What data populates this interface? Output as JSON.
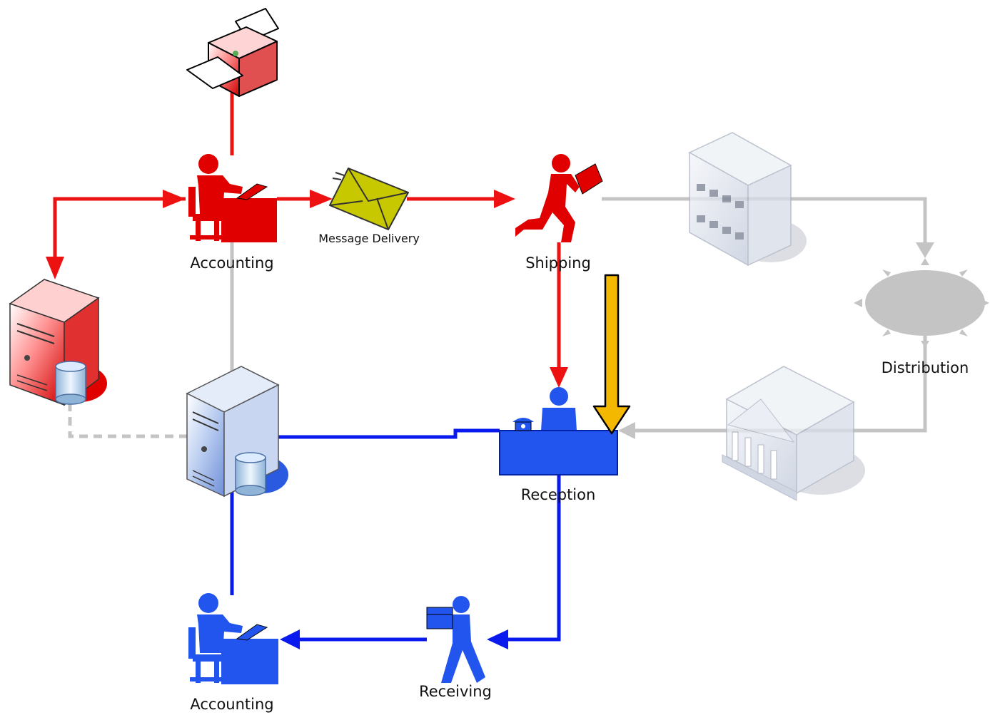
{
  "diagram": {
    "labels": {
      "accounting_top": "Accounting",
      "message_delivery": "Message Delivery",
      "shipping": "Shipping",
      "distribution": "Distribution",
      "reception": "Reception",
      "accounting_bottom": "Accounting",
      "receiving": "Receiving"
    },
    "nodes": [
      {
        "id": "printer",
        "icon": "printer-icon",
        "color": "#e00000"
      },
      {
        "id": "accounting-top",
        "icon": "person-at-desk-icon",
        "color": "#e00000"
      },
      {
        "id": "message-delivery",
        "icon": "envelope-icon",
        "color": "#c8c800"
      },
      {
        "id": "shipping",
        "icon": "running-person-with-box-icon",
        "color": "#e00000"
      },
      {
        "id": "red-server",
        "icon": "server-with-database-icon",
        "color": "#e00000"
      },
      {
        "id": "blue-server",
        "icon": "server-with-database-icon",
        "color": "#2255dd"
      },
      {
        "id": "reception",
        "icon": "reception-desk-icon",
        "color": "#2255ee"
      },
      {
        "id": "accounting-bottom",
        "icon": "person-at-desk-icon",
        "color": "#2255ee"
      },
      {
        "id": "receiving",
        "icon": "walking-person-with-box-icon",
        "color": "#2255ee"
      },
      {
        "id": "grey-building",
        "icon": "office-building-icon",
        "color": "#c0c4cc"
      },
      {
        "id": "distribution",
        "icon": "hub-icon",
        "color": "#c0c0c0"
      },
      {
        "id": "grey-bank",
        "icon": "bank-building-icon",
        "color": "#c0c4cc"
      }
    ],
    "colors": {
      "red_flow": "#ee1111",
      "blue_flow": "#0a1aee",
      "grey_flow": "#c4c4c4",
      "highlight_arrow": "#f5b800"
    }
  }
}
